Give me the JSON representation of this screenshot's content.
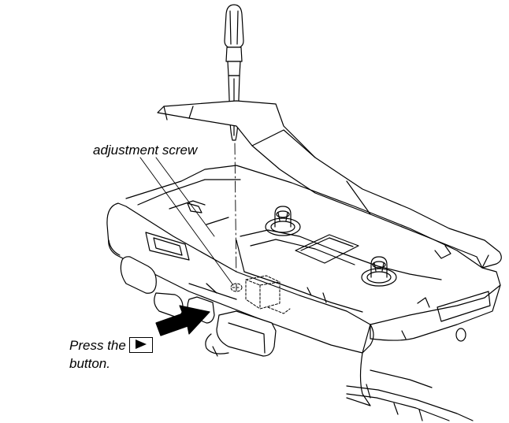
{
  "labels": {
    "adjustment_screw": "adjustment screw",
    "press_the": "Press the",
    "button": "button."
  },
  "icons": {
    "play_button": "play-button-icon",
    "push_arrow": "push-arrow-icon",
    "screwdriver": "screwdriver-icon"
  },
  "colors": {
    "line": "#000000",
    "background": "#ffffff"
  }
}
